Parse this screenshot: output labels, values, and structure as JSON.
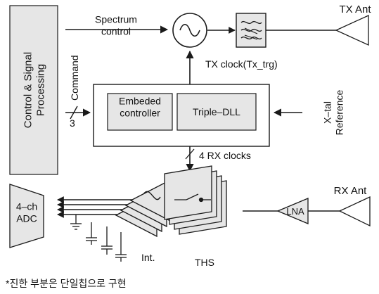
{
  "blocks": {
    "csp": "Control & Signal\nProcessing",
    "embedded": "Embeded\ncontroller",
    "dll": "Triple–DLL",
    "adc": "4–ch\nADC",
    "lna": "LNA"
  },
  "labels": {
    "spectrum_control": "Spectrum\ncontrol",
    "tx_ant": "TX Ant",
    "rx_ant": "RX Ant",
    "tx_clock": "TX clock(Tx_trg)",
    "command": "Command",
    "bus_width": "3",
    "xtal": "X–tal\nReference",
    "rx_clocks": "4 RX clocks",
    "int": "Int.",
    "ths": "THS",
    "footnote": "*진한 부분은 단일칩으로 구현"
  },
  "colors": {
    "block_fill": "#e6e6e6",
    "line": "#1a1a1a"
  }
}
